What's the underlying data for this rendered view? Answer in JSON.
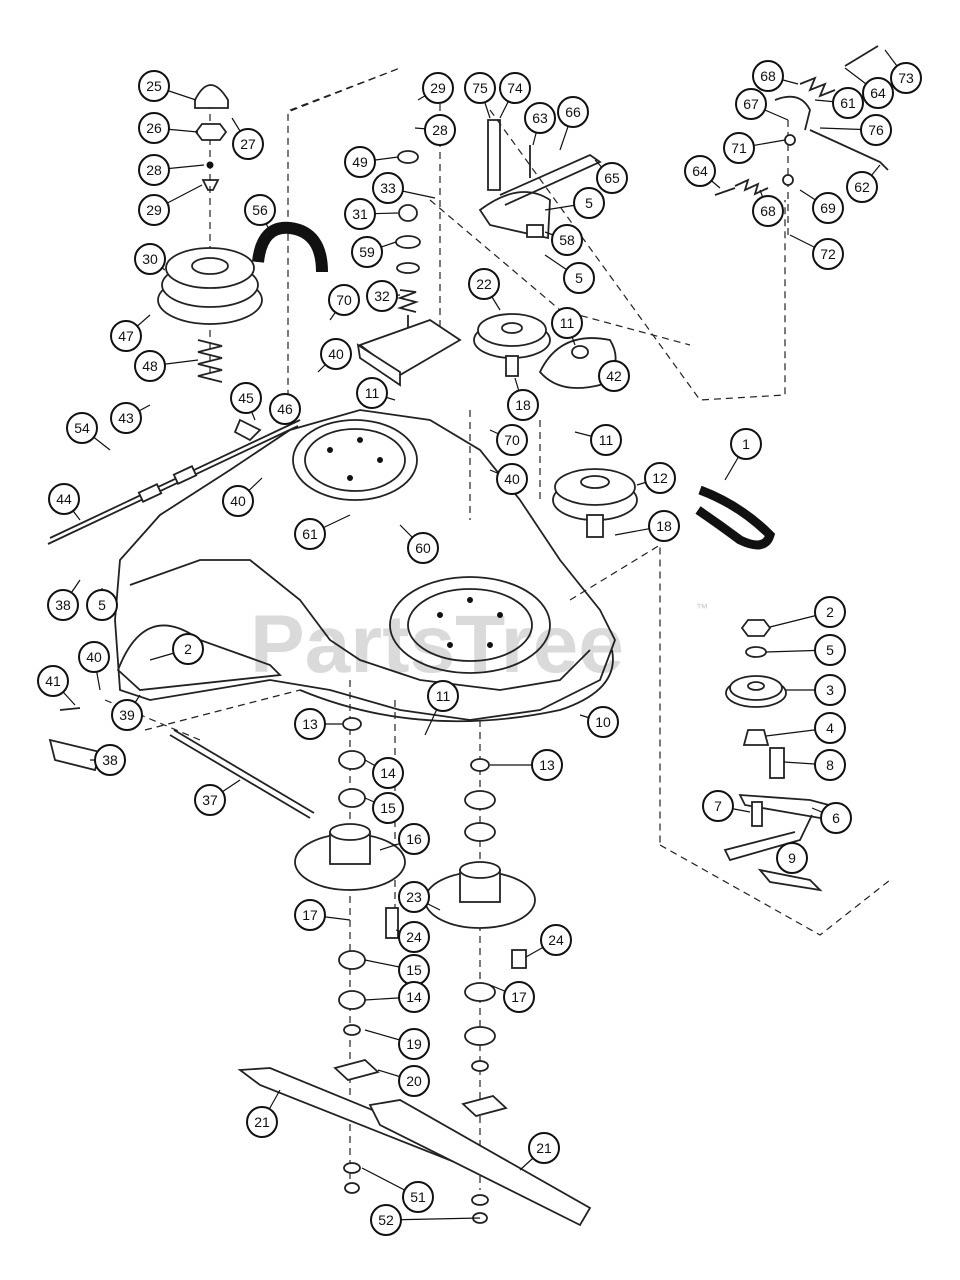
{
  "watermark": {
    "text": "PartsTree",
    "trademark": "™"
  },
  "colors": {
    "ink": "#111111",
    "watermark": "#d4d4d4",
    "background": "#ffffff"
  },
  "callouts": [
    {
      "label": "25"
    },
    {
      "label": "26"
    },
    {
      "label": "27"
    },
    {
      "label": "28"
    },
    {
      "label": "29"
    },
    {
      "label": "30"
    },
    {
      "label": "56"
    },
    {
      "label": "47"
    },
    {
      "label": "48"
    },
    {
      "label": "43"
    },
    {
      "label": "45"
    },
    {
      "label": "46"
    },
    {
      "label": "54"
    },
    {
      "label": "44"
    },
    {
      "label": "29"
    },
    {
      "label": "28"
    },
    {
      "label": "49"
    },
    {
      "label": "33"
    },
    {
      "label": "31"
    },
    {
      "label": "59"
    },
    {
      "label": "32"
    },
    {
      "label": "70"
    },
    {
      "label": "40"
    },
    {
      "label": "11"
    },
    {
      "label": "40"
    },
    {
      "label": "75"
    },
    {
      "label": "74"
    },
    {
      "label": "63"
    },
    {
      "label": "66"
    },
    {
      "label": "65"
    },
    {
      "label": "5"
    },
    {
      "label": "58"
    },
    {
      "label": "5"
    },
    {
      "label": "22"
    },
    {
      "label": "11"
    },
    {
      "label": "42"
    },
    {
      "label": "18"
    },
    {
      "label": "70"
    },
    {
      "label": "40"
    },
    {
      "label": "11"
    },
    {
      "label": "68"
    },
    {
      "label": "64"
    },
    {
      "label": "73"
    },
    {
      "label": "67"
    },
    {
      "label": "61"
    },
    {
      "label": "76"
    },
    {
      "label": "71"
    },
    {
      "label": "64"
    },
    {
      "label": "68"
    },
    {
      "label": "69"
    },
    {
      "label": "62"
    },
    {
      "label": "72"
    },
    {
      "label": "1"
    },
    {
      "label": "12"
    },
    {
      "label": "18"
    },
    {
      "label": "61"
    },
    {
      "label": "60"
    },
    {
      "label": "38"
    },
    {
      "label": "5"
    },
    {
      "label": "2"
    },
    {
      "label": "40"
    },
    {
      "label": "41"
    },
    {
      "label": "39"
    },
    {
      "label": "38"
    },
    {
      "label": "37"
    },
    {
      "label": "11"
    },
    {
      "label": "10"
    },
    {
      "label": "13"
    },
    {
      "label": "13"
    },
    {
      "label": "14"
    },
    {
      "label": "15"
    },
    {
      "label": "16"
    },
    {
      "label": "2"
    },
    {
      "label": "5"
    },
    {
      "label": "3"
    },
    {
      "label": "4"
    },
    {
      "label": "8"
    },
    {
      "label": "7"
    },
    {
      "label": "6"
    },
    {
      "label": "9"
    },
    {
      "label": "17"
    },
    {
      "label": "23"
    },
    {
      "label": "24"
    },
    {
      "label": "24"
    },
    {
      "label": "15"
    },
    {
      "label": "17"
    },
    {
      "label": "14"
    },
    {
      "label": "19"
    },
    {
      "label": "20"
    },
    {
      "label": "21"
    },
    {
      "label": "21"
    },
    {
      "label": "51"
    },
    {
      "label": "52"
    }
  ]
}
